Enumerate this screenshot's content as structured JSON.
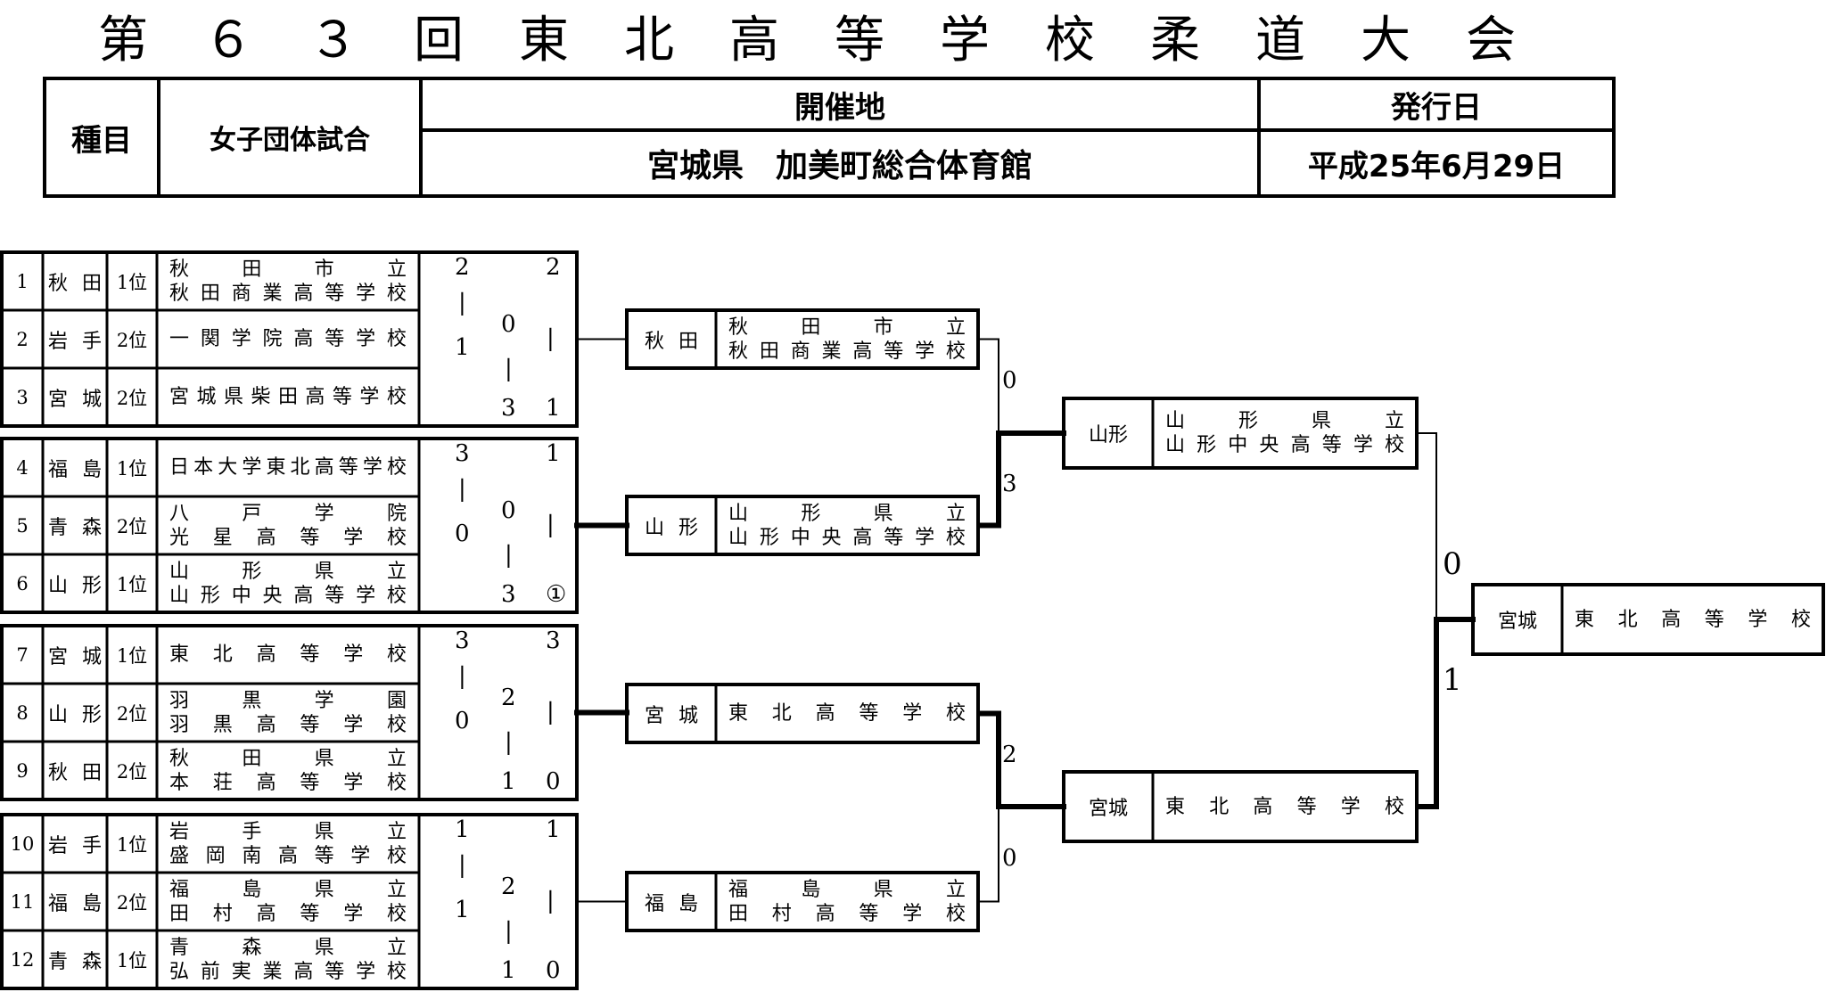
{
  "title": "第６３回　東北高等学校柔道大会",
  "info": {
    "event_label": "種目",
    "event_value": "女子団体試合",
    "venue_label": "開催地",
    "venue_value": "宮城県　加美町総合体育館",
    "date_label": "発行日",
    "date_value": "平成25年6月29日"
  },
  "entries": [
    {
      "num": "1",
      "pref": "秋田",
      "rank": "1位",
      "line1": "秋田市立",
      "line2": "秋田商業高等学校"
    },
    {
      "num": "2",
      "pref": "岩手",
      "rank": "2位",
      "line1": "一関学院高等学校",
      "line2": ""
    },
    {
      "num": "3",
      "pref": "宮城",
      "rank": "2位",
      "line1": "宮城県柴田高等学校",
      "line2": ""
    },
    {
      "num": "4",
      "pref": "福島",
      "rank": "1位",
      "line1": "日本大学東北高等学校",
      "line2": ""
    },
    {
      "num": "5",
      "pref": "青森",
      "rank": "2位",
      "line1": "八戸学院",
      "line2": "光星高等学校"
    },
    {
      "num": "6",
      "pref": "山形",
      "rank": "1位",
      "line1": "山形県立",
      "line2": "山形中央高等学校"
    },
    {
      "num": "7",
      "pref": "宮城",
      "rank": "1位",
      "line1": "東北高等学校",
      "line2": ""
    },
    {
      "num": "8",
      "pref": "山形",
      "rank": "2位",
      "line1": "羽黒学園",
      "line2": "羽黒高等学校"
    },
    {
      "num": "9",
      "pref": "秋田",
      "rank": "2位",
      "line1": "秋田県立",
      "line2": "本荘高等学校"
    },
    {
      "num": "10",
      "pref": "岩手",
      "rank": "1位",
      "line1": "岩手県立",
      "line2": "盛岡南高等学校"
    },
    {
      "num": "11",
      "pref": "福島",
      "rank": "2位",
      "line1": "福島県立",
      "line2": "田村高等学校"
    },
    {
      "num": "12",
      "pref": "青森",
      "rank": "1位",
      "line1": "青森県立",
      "line2": "弘前実業高等学校"
    }
  ],
  "pools": [
    {
      "tl": "2",
      "tr": "2",
      "ml": "1",
      "mid": "0",
      "bm": "3",
      "br": "1"
    },
    {
      "tl": "3",
      "tr": "1",
      "ml": "0",
      "mid": "0",
      "bm": "3",
      "br": "①"
    },
    {
      "tl": "3",
      "tr": "3",
      "ml": "0",
      "mid": "2",
      "bm": "1",
      "br": "0"
    },
    {
      "tl": "1",
      "tr": "1",
      "ml": "1",
      "mid": "2",
      "bm": "1",
      "br": "0"
    }
  ],
  "pool_winners": [
    {
      "pref": "秋田",
      "line1": "秋田市立",
      "line2": "秋田商業高等学校"
    },
    {
      "pref": "山形",
      "line1": "山形県立",
      "line2": "山形中央高等学校"
    },
    {
      "pref": "宮城",
      "line1": "東北高等学校",
      "line2": ""
    },
    {
      "pref": "福島",
      "line1": "福島県立",
      "line2": "田村高等学校"
    }
  ],
  "semi_scores": [
    "0",
    "3",
    "2",
    "0"
  ],
  "finalists": [
    {
      "pref": "山形",
      "line1": "山形県立",
      "line2": "山形中央高等学校"
    },
    {
      "pref": "宮城",
      "line1": "東北高等学校",
      "line2": ""
    }
  ],
  "final_scores": [
    "0",
    "1"
  ],
  "champion": {
    "pref": "宮城",
    "line1": "東北高等学校",
    "line2": ""
  }
}
